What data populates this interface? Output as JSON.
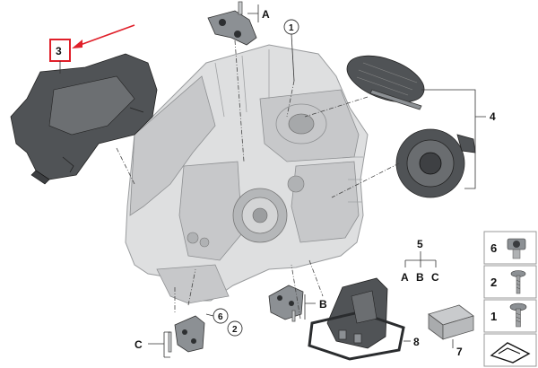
{
  "labels": {
    "part_3": "3",
    "part_A": "A",
    "part_1": "1",
    "part_4": "4",
    "part_5": "5",
    "sub_A": "A",
    "sub_B": "B",
    "sub_C": "C",
    "part_B": "B",
    "part_6": "6",
    "part_2": "2",
    "part_C": "C",
    "part_8": "8",
    "part_7": "7"
  },
  "legend": {
    "items": [
      {
        "num": "6",
        "icon": "adjuster-icon"
      },
      {
        "num": "2",
        "icon": "screw-icon"
      },
      {
        "num": "1",
        "icon": "screw-icon"
      },
      {
        "num": "",
        "icon": "bracket-symbol-icon"
      }
    ]
  },
  "colors": {
    "highlight": "#e0202a",
    "housing": "#dedfe0",
    "part_dark": "#505356"
  }
}
